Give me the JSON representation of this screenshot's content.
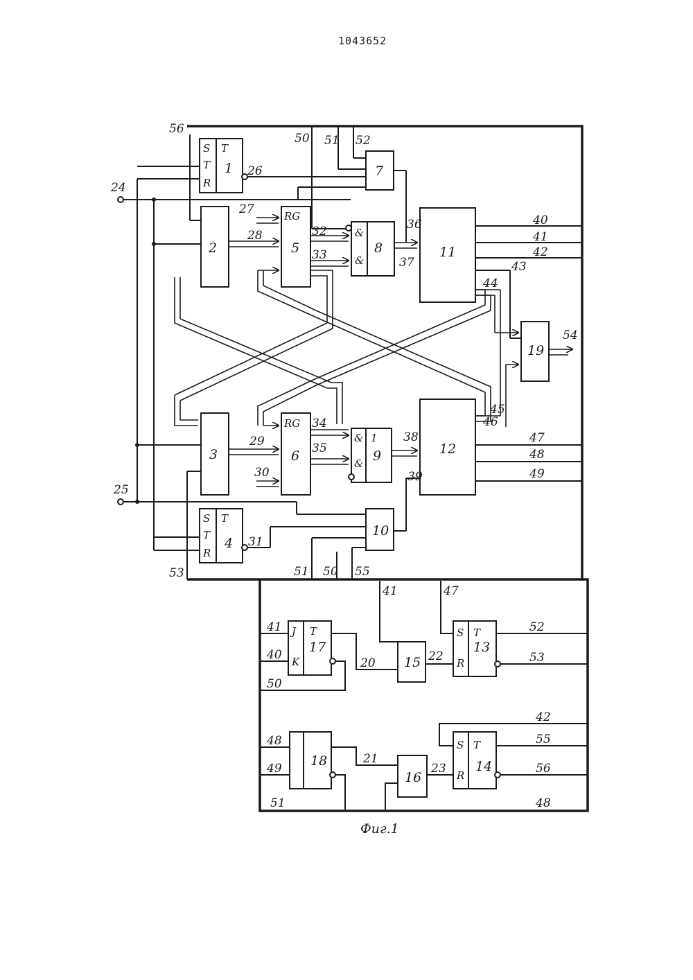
{
  "document": {
    "number": "1043652",
    "caption": "Фиг.1"
  },
  "blocks": {
    "b1": {
      "number": "1",
      "s": "S",
      "t_in": "T",
      "r": "R",
      "t": "T"
    },
    "b2": {
      "number": "2"
    },
    "b3": {
      "number": "3"
    },
    "b4": {
      "number": "4",
      "s": "S",
      "t_in": "T",
      "r": "R",
      "t": "T"
    },
    "b5": {
      "number": "5",
      "rg": "RG"
    },
    "b6": {
      "number": "6",
      "rg": "RG"
    },
    "b7": {
      "number": "7"
    },
    "b8": {
      "number": "8",
      "and": "&"
    },
    "b9": {
      "number": "9",
      "and": "&",
      "one": "1"
    },
    "b10": {
      "number": "10"
    },
    "b11": {
      "number": "11"
    },
    "b12": {
      "number": "12"
    },
    "b13": {
      "number": "13",
      "s": "S",
      "r": "R",
      "t": "T"
    },
    "b14": {
      "number": "14",
      "s": "S",
      "r": "R",
      "t": "T"
    },
    "b15": {
      "number": "15"
    },
    "b16": {
      "number": "16"
    },
    "b17": {
      "number": "17",
      "j": "J",
      "k": "K",
      "t": "T"
    },
    "b18": {
      "number": "18"
    },
    "b19": {
      "number": "19"
    }
  },
  "wires": {
    "w20": "20",
    "w21": "21",
    "w22": "22",
    "w23": "23",
    "w24": "24",
    "w25": "25",
    "w26": "26",
    "w27": "27",
    "w28": "28",
    "w29": "29",
    "w30": "30",
    "w31": "31",
    "w32": "32",
    "w33": "33",
    "w34": "34",
    "w35": "35",
    "w36": "36",
    "w37": "37",
    "w38": "38",
    "w39": "39",
    "w40": "40",
    "w41": "41",
    "w42": "42",
    "w43": "43",
    "w44": "44",
    "w45": "45",
    "w46": "46",
    "w47": "47",
    "w48": "48",
    "w49": "49",
    "w50": "50",
    "w51": "51",
    "w52": "52",
    "w53": "53",
    "w54": "54",
    "w55": "55",
    "w56": "56"
  }
}
